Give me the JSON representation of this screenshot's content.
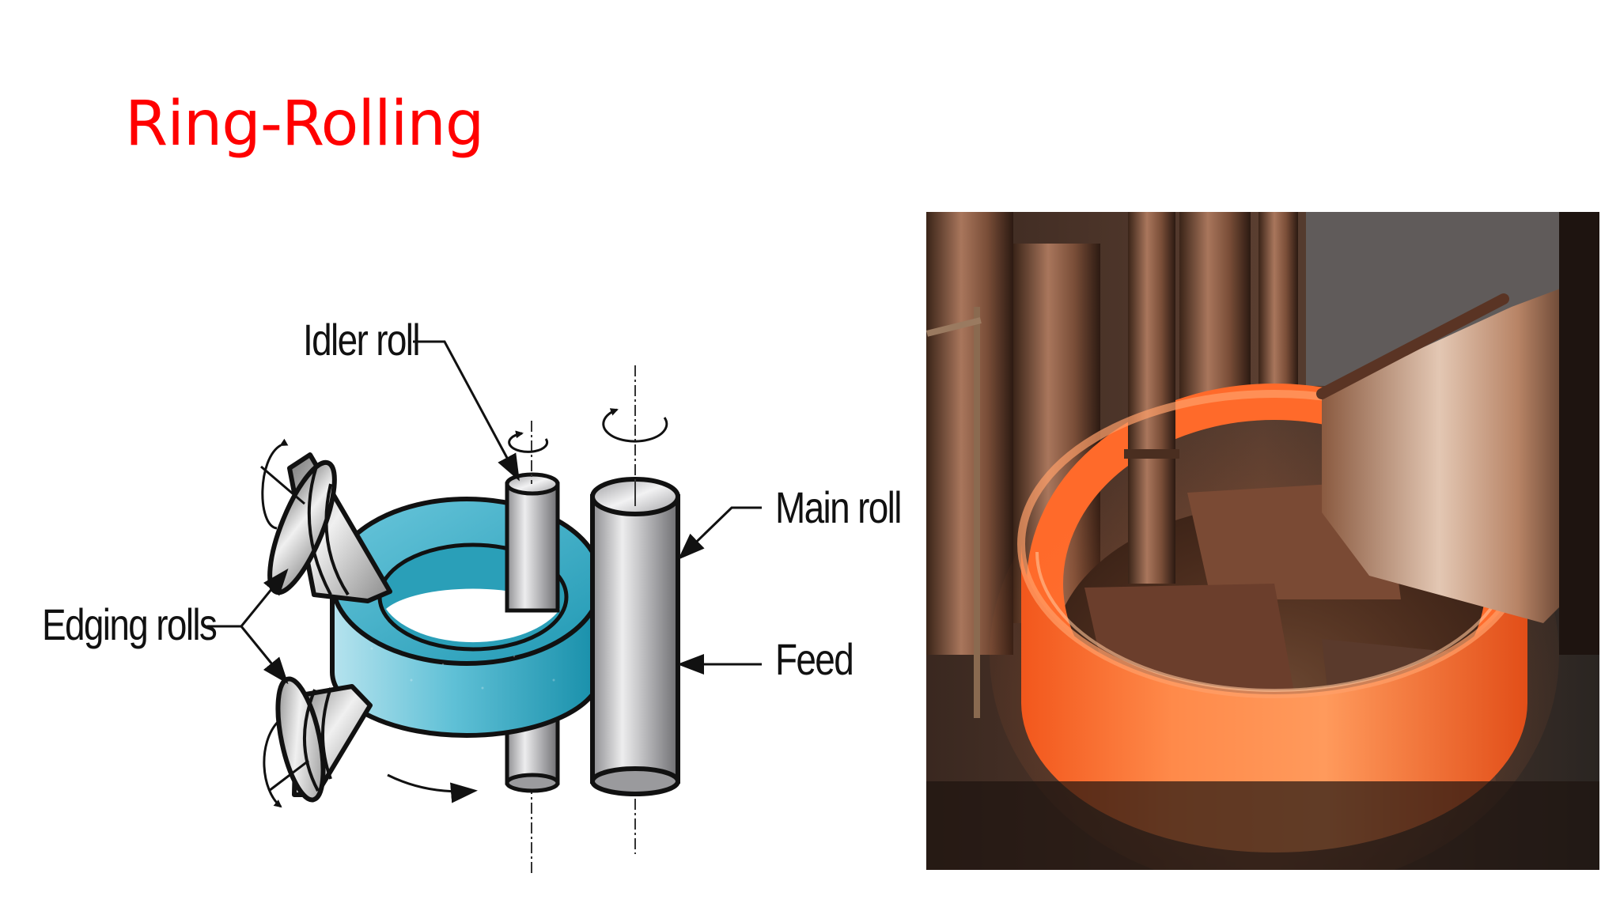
{
  "slide": {
    "title": "Ring-Rolling",
    "title_color": "#ff0000",
    "background": "#ffffff"
  },
  "diagram": {
    "labels": {
      "idler_roll": "Idler roll",
      "main_roll": "Main roll",
      "feed": "Feed",
      "edging_rolls": "Edging rolls"
    },
    "colors": {
      "ring": "#2aa3bd",
      "ring_light": "#a7dde9",
      "roll_metal": "#b9b9bb",
      "outline": "#111111"
    }
  },
  "photo": {
    "subject": "glowing-hot-ring-in-ring-rolling-mill",
    "colors": {
      "hot_ring": "#ff6a2a",
      "hot_ring_glow": "#ffb07a",
      "machinery": "#6b4a38",
      "shadow": "#1e1410"
    }
  }
}
